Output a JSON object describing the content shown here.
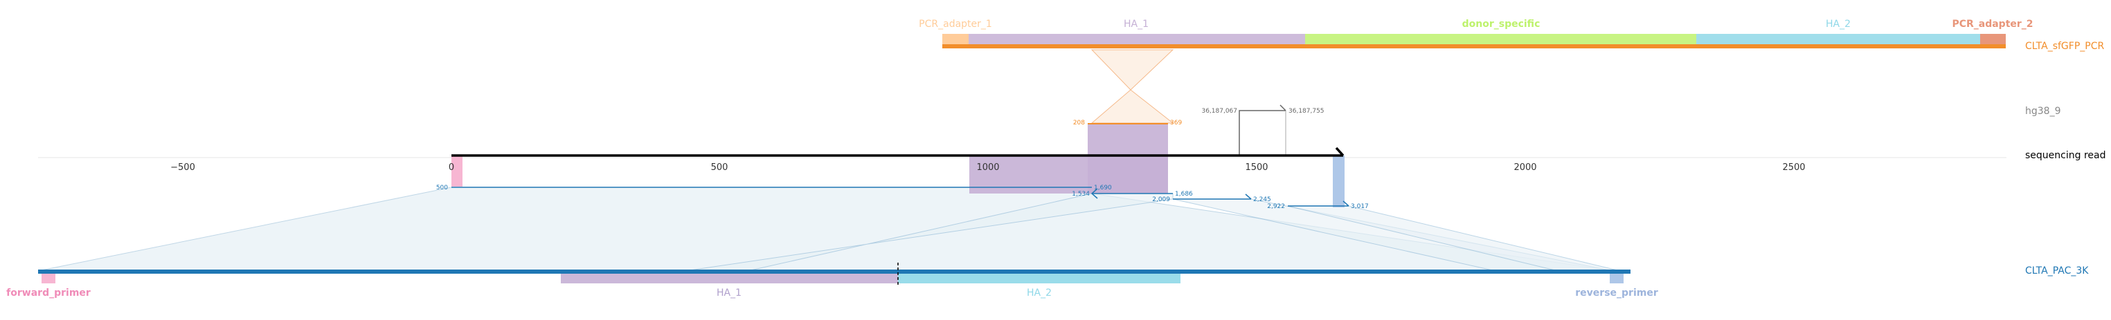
{
  "tracks": {
    "top_label": "CLTA_sfGFP_PCR",
    "middle_label": "hg38_9",
    "reference_label": "sequencing read",
    "bottom_label": "CLTA_PAC_3K"
  },
  "top_features": {
    "pcr_adapter_1": "PCR_adapter_1",
    "ha_1": "HA_1",
    "donor_specific": "donor_specific",
    "ha_2": "HA_2",
    "pcr_adapter_2": "PCR_adapter_2"
  },
  "bottom_features": {
    "forward_primer": "forward_primer",
    "ha_1": "HA_1",
    "ha_2": "HA_2",
    "reverse_primer": "reverse_primer"
  },
  "axis_ticks": [
    "−500",
    "0",
    "500",
    "1000",
    "1500",
    "2000",
    "2500"
  ],
  "small_labels": {
    "top_start": "208",
    "top_end": "369",
    "hg_left": "36,187,067",
    "hg_right": "36,187,755",
    "read1_start": "500",
    "read1_end": "1,690",
    "read2_start": "1,534",
    "read2_end": "1,686",
    "read3_start": "2,009",
    "read3_end": "2,245",
    "read4_start": "2,922",
    "read4_end": "3,017"
  },
  "colors": {
    "top_bar": "#f28e2b",
    "bottom_bar": "#1f77b4",
    "reference_line": "#000000",
    "pcr_adapter_1": "#ffcc99",
    "ha_1": "#c5b0d5",
    "donor_specific": "#bef26d",
    "ha_2": "#8fd8e8",
    "pcr_adapter_2": "#e8967a",
    "forward_primer": "#f7b6d2",
    "reverse_primer": "#aec7e8",
    "read_line": "#1f77b4",
    "alignment_fill": "#e8f1f6"
  }
}
